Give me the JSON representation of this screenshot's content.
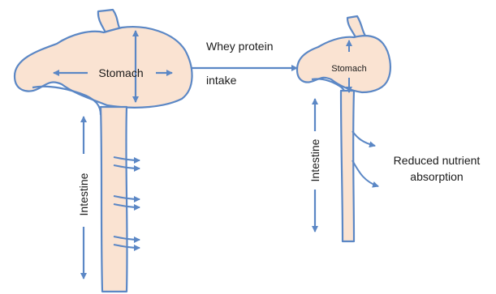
{
  "colors": {
    "organ_fill": "#fae3d2",
    "outline": "#5b87c5",
    "arrow": "#5b87c5",
    "text": "#1a1a1a",
    "background": "#ffffff"
  },
  "left_diagram": {
    "stomach_label": "Stomach",
    "intestine_label": "Intestine"
  },
  "transition": {
    "line1": "Whey protein",
    "line2": "intake"
  },
  "right_diagram": {
    "stomach_label": "Stomach",
    "intestine_label": "Intestine",
    "effect_line1": "Reduced nutrient",
    "effect_line2": "absorption"
  }
}
